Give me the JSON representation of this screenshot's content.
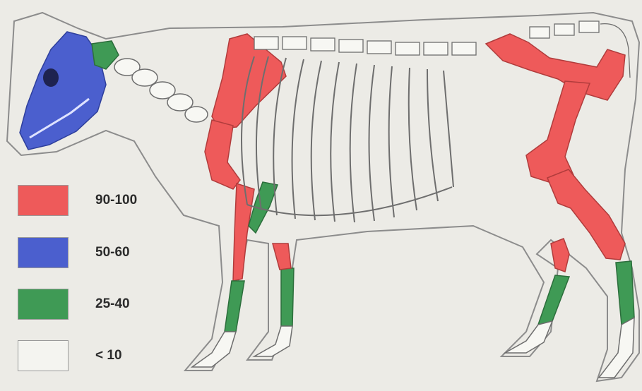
{
  "colors": {
    "background": "#ecebe6",
    "outline": "#8c8c8c",
    "bone_fill": "#f7f7f3",
    "bone_stroke": "#6e6e6e"
  },
  "legend": [
    {
      "label": "90-100",
      "color": "#ee5a5a"
    },
    {
      "label": "50-60",
      "color": "#4b5fce"
    },
    {
      "label": "25-40",
      "color": "#3f9a55"
    },
    {
      "label": "< 10",
      "color": "#f4f4f0"
    }
  ],
  "bone_groups": {
    "skull": "50-60",
    "atlas": "25-40",
    "cervical_vertebrae": "< 10",
    "thoracic_vertebrae": "< 10",
    "ribs": "< 10",
    "scapula": "90-100",
    "humerus": "90-100",
    "radius_ulna": "90-100",
    "olecranon": "25-40",
    "front_metacarpals": "25-40",
    "pelvis": "90-100",
    "femur": "90-100",
    "tibia": "90-100",
    "patella": "90-100",
    "hind_metatarsals": "25-40",
    "phalanges": "< 10"
  }
}
